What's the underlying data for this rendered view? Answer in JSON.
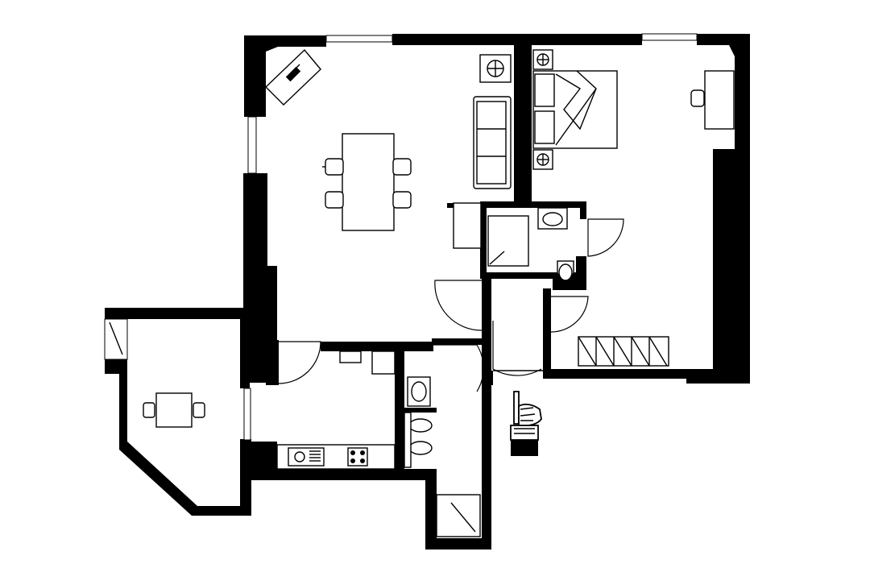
{
  "plan": {
    "type": "apartment-floor-plan",
    "text_labels": [],
    "rooms": [
      "living-dining",
      "bedroom",
      "kitchen",
      "bathroom",
      "wc",
      "shower-bathroom",
      "entrance-hall",
      "terrace",
      "storage"
    ],
    "icons": [
      "entrance-pointer-hand-icon",
      "air-conditioner-icon",
      "kitchen-sink-icon",
      "cooktop-icon"
    ],
    "colors": {
      "wall": "#000000",
      "background": "#ffffff"
    }
  }
}
